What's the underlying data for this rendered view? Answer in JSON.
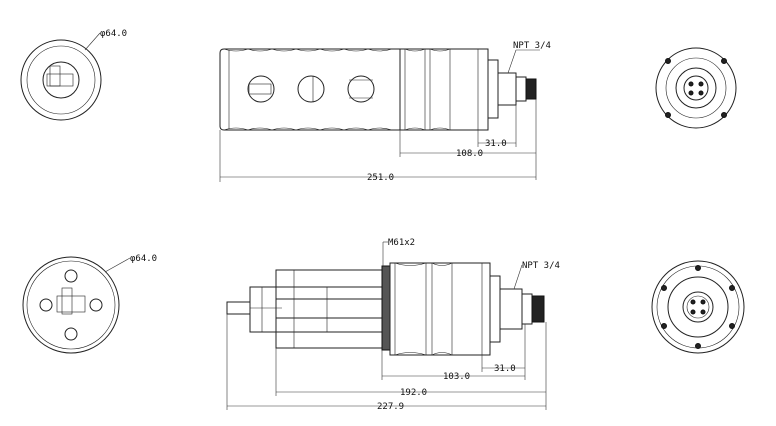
{
  "top_view": {
    "diameter_label": "φ64.0",
    "thread_label": "NPT 3/4",
    "dim_connector": "31.0",
    "dim_head": "108.0",
    "dim_total": "251.0"
  },
  "bottom_view": {
    "diameter_label": "φ64.0",
    "mount_thread_label": "M61x2",
    "thread_label": "NPT 3/4",
    "dim_connector": "31.0",
    "dim_head": "103.0",
    "dim_mid": "192.0",
    "dim_total": "227.9"
  }
}
